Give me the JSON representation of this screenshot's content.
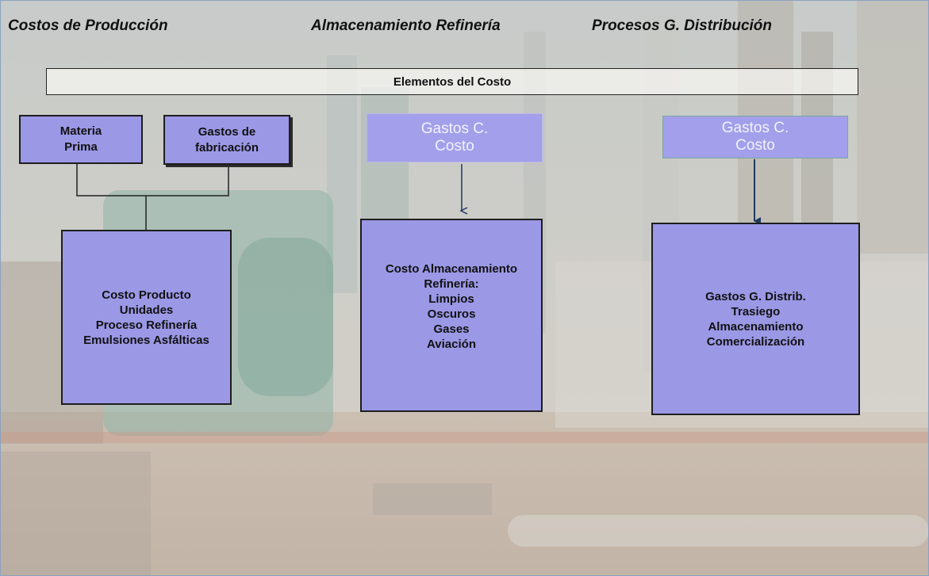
{
  "headings": {
    "costos_produccion": "Costos  de  Producción",
    "almacenamiento": "Almacenamiento  Refinería",
    "procesos": "Procesos  G. Distribución"
  },
  "banner": {
    "label": "Elementos del Costo"
  },
  "boxes": {
    "materia_prima": "Materia\nPrima",
    "gastos_fabricacion": "Gastos de\nfabricación",
    "gastos_cc_1": "Gastos C.\nCosto",
    "gastos_cc_2": "Gastos C.\nCosto",
    "costo_producto": "Costo Producto\nUnidades\nProceso Refinería\nEmulsiones Asfálticas",
    "costo_almacenamiento": "Costo Almacenamiento\nRefinería:\nLimpios\nOscuros\nGases\nAviación",
    "gastos_distrib": "Gastos G. Distrib.\nTrasiego\nAlmacenamiento\nComercialización"
  },
  "colors": {
    "box_fill": "#9b98e6",
    "box_border": "#1d1d1d",
    "light_text": "#f2f2ff",
    "connector": "#222222",
    "arrow": "#1f3a5f"
  }
}
